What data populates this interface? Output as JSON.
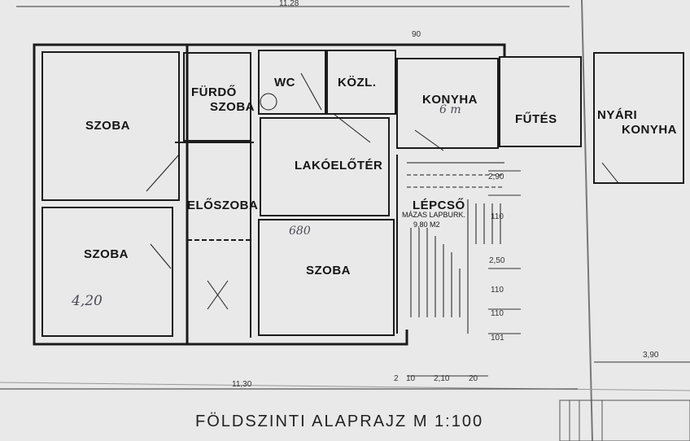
{
  "plan": {
    "title": "FÖLDSZINTI  ALAPRAJZ  M 1:100",
    "rooms": {
      "szoba_top_left": "SZOBA",
      "szoba_bottom_left": "SZOBA",
      "furdoszoba_line1": "FÜRDŐ",
      "furdoszoba_line2": "SZOBA",
      "wc": "WC",
      "kozl": "KÖZL.",
      "konyha": "KONYHA",
      "futes": "FŰTÉS",
      "nyari_line1": "NYÁRI",
      "nyari_line2": "KONYHA",
      "lakoeloter": "LAKÓELŐTÉR",
      "eloszoba": "ELŐSZOBA",
      "lepcso": "LÉPCSŐ",
      "lepcso_sub": "MÁZAS LAPBURK.",
      "lepcso_area": "9,80 M2",
      "szoba_center": "SZOBA"
    },
    "handwritten": {
      "konyha_note": "6 m",
      "eloter_dim": "680",
      "room_dim": "4,20"
    },
    "dimensions": {
      "top_total": "11,28",
      "top_small": "90",
      "stair_a": "2,90",
      "stair_b": "110",
      "stair_c": "2,50",
      "stair_d": "110",
      "stair_e": "110",
      "stair_f": "101",
      "bottom_a": "2",
      "bottom_b": "10",
      "bottom_c": "2,10",
      "bottom_d": "20",
      "bottom_total": "11,30",
      "right_width": "3,90"
    },
    "colors": {
      "paper": "#e9e9ea",
      "ink": "#1b1b1b",
      "pencil": "#4a4a55"
    }
  }
}
